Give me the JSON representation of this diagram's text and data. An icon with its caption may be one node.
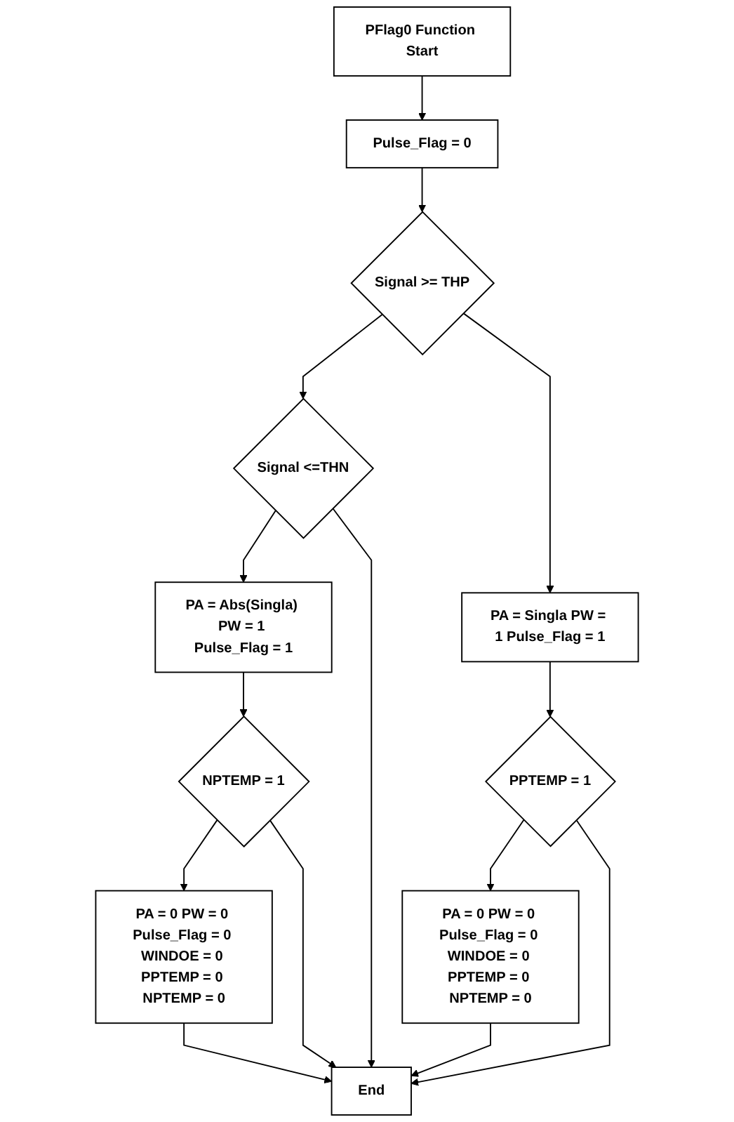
{
  "diagram": {
    "nodes": [
      {
        "text": [
          "PFlag0 Function Start"
        ]
      },
      {
        "text": [
          "Pulse_Flag = 0"
        ]
      },
      {
        "text": [
          "Signal >= THP"
        ]
      },
      {
        "text": [
          "Signal <=THN"
        ]
      },
      {
        "text": [
          "PA = Singla PW = 1 Pulse_Flag = 1"
        ]
      },
      {
        "text": [
          "PA = Abs(Singla) PW = 1 Pulse_Flag = 1"
        ]
      },
      {
        "text": [
          "PPTEMP = 1"
        ]
      },
      {
        "text": [
          "NPTEMP = 1"
        ]
      },
      {
        "text": [
          "PA = 0 PW = 0 Pulse_Flag = 0 WINDOE = 0 PPTEMP = 0 NPTEMP = 0"
        ]
      },
      {
        "text": [
          "PA = 0 PW = 0 Pulse_Flag = 0 WINDOE = 0 PPTEMP = 0 NPTEMP = 0"
        ]
      },
      {
        "text": [
          "End"
        ]
      }
    ],
    "edges": [
      {
        "from": 0,
        "to": 1,
        "arrow": "to"
      },
      {
        "from": 1,
        "to": 2,
        "arrow": "to"
      },
      {
        "from": 2,
        "to": 3,
        "arrow": "to"
      },
      {
        "from": 2,
        "to": 4,
        "arrow": "to"
      },
      {
        "from": 3,
        "to": 5,
        "arrow": "to"
      },
      {
        "from": 4,
        "to": 6,
        "arrow": "to"
      },
      {
        "from": 5,
        "to": 7,
        "arrow": "to"
      },
      {
        "from": 6,
        "to": 8,
        "arrow": "to"
      },
      {
        "from": 7,
        "to": 9,
        "arrow": "to"
      },
      {
        "from": 3,
        "to": 10,
        "arrow": "to"
      },
      {
        "from": 6,
        "to": 10,
        "arrow": "to"
      },
      {
        "from": 7,
        "to": 10,
        "arrow": "to"
      },
      {
        "from": 8,
        "to": 10,
        "arrow": "to"
      },
      {
        "from": 9,
        "to": 10,
        "arrow": "to"
      }
    ]
  }
}
